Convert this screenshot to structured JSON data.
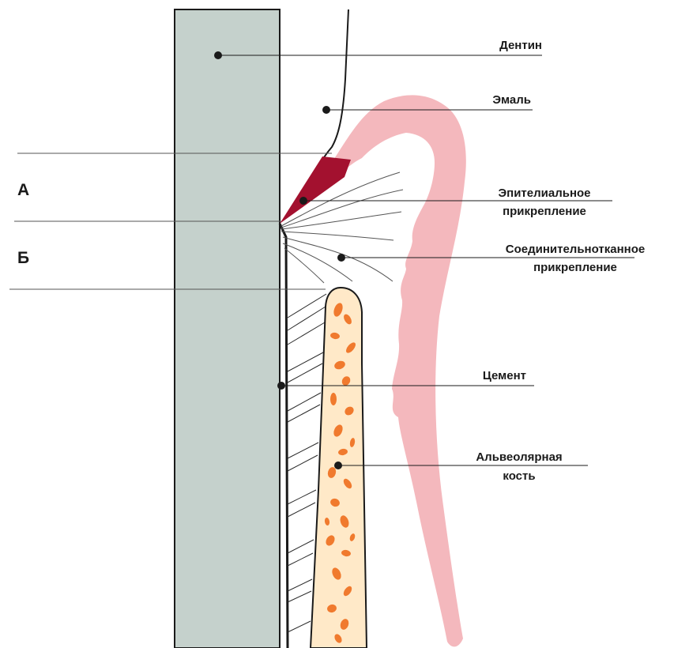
{
  "labels": {
    "dentin": "Дентин",
    "enamel": "Эмаль",
    "epithelial_line1": "Эпителиальное",
    "epithelial_line2": "прикрепление",
    "connective_line1": "Соединительнотканное",
    "connective_line2": "прикрепление",
    "cement": "Цемент",
    "bone_line1": "Альвеолярная",
    "bone_line2": "кость"
  },
  "zones": {
    "a": "А",
    "b": "Б"
  },
  "colors": {
    "dentin": "#c5d1cc",
    "gingiva": "#f4b8bd",
    "epithelium": "#a3112f",
    "bone_fill": "#ffe9c8",
    "bone_spots": "#f07a2e",
    "line": "#1a1a1a"
  }
}
